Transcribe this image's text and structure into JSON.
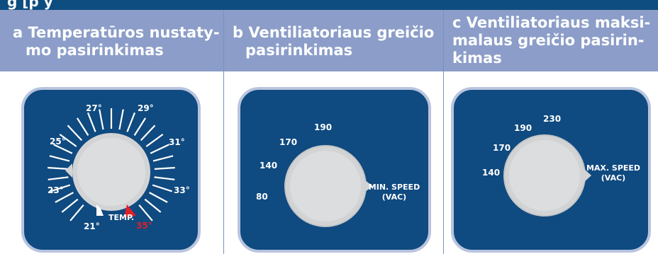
{
  "header": {
    "title_fragment": "g    [p y"
  },
  "panels": [
    {
      "heading_line1": "a Temperatūros nustaty-",
      "heading_line2": "mo pasirinkimas",
      "scale": [
        "27°",
        "29°",
        "25°",
        "31°",
        "23°",
        "33°",
        "21°",
        "35°"
      ],
      "dial_label": "TEMP."
    },
    {
      "heading_line1": "b Ventiliatoriaus greičio",
      "heading_line2": "pasirinkimas",
      "scale": [
        "190",
        "170",
        "140",
        "80"
      ],
      "dial_label_line1": "MIN. SPEED",
      "dial_label_line2": "(VAC)"
    },
    {
      "heading_line1": "c Ventiliatoriaus maksi-",
      "heading_line2": "malaus greičio pasirin-",
      "heading_line3": "kimas",
      "scale": [
        "230",
        "190",
        "170",
        "140"
      ],
      "dial_label_line1": "MAX. SPEED",
      "dial_label_line2": "(VAC)"
    }
  ],
  "colors": {
    "panel": "#0f4a80",
    "header": "#8b9dc8",
    "topbar": "#0e4d80",
    "knob": "#d2d3d5",
    "red_marker": "#e11f26"
  }
}
